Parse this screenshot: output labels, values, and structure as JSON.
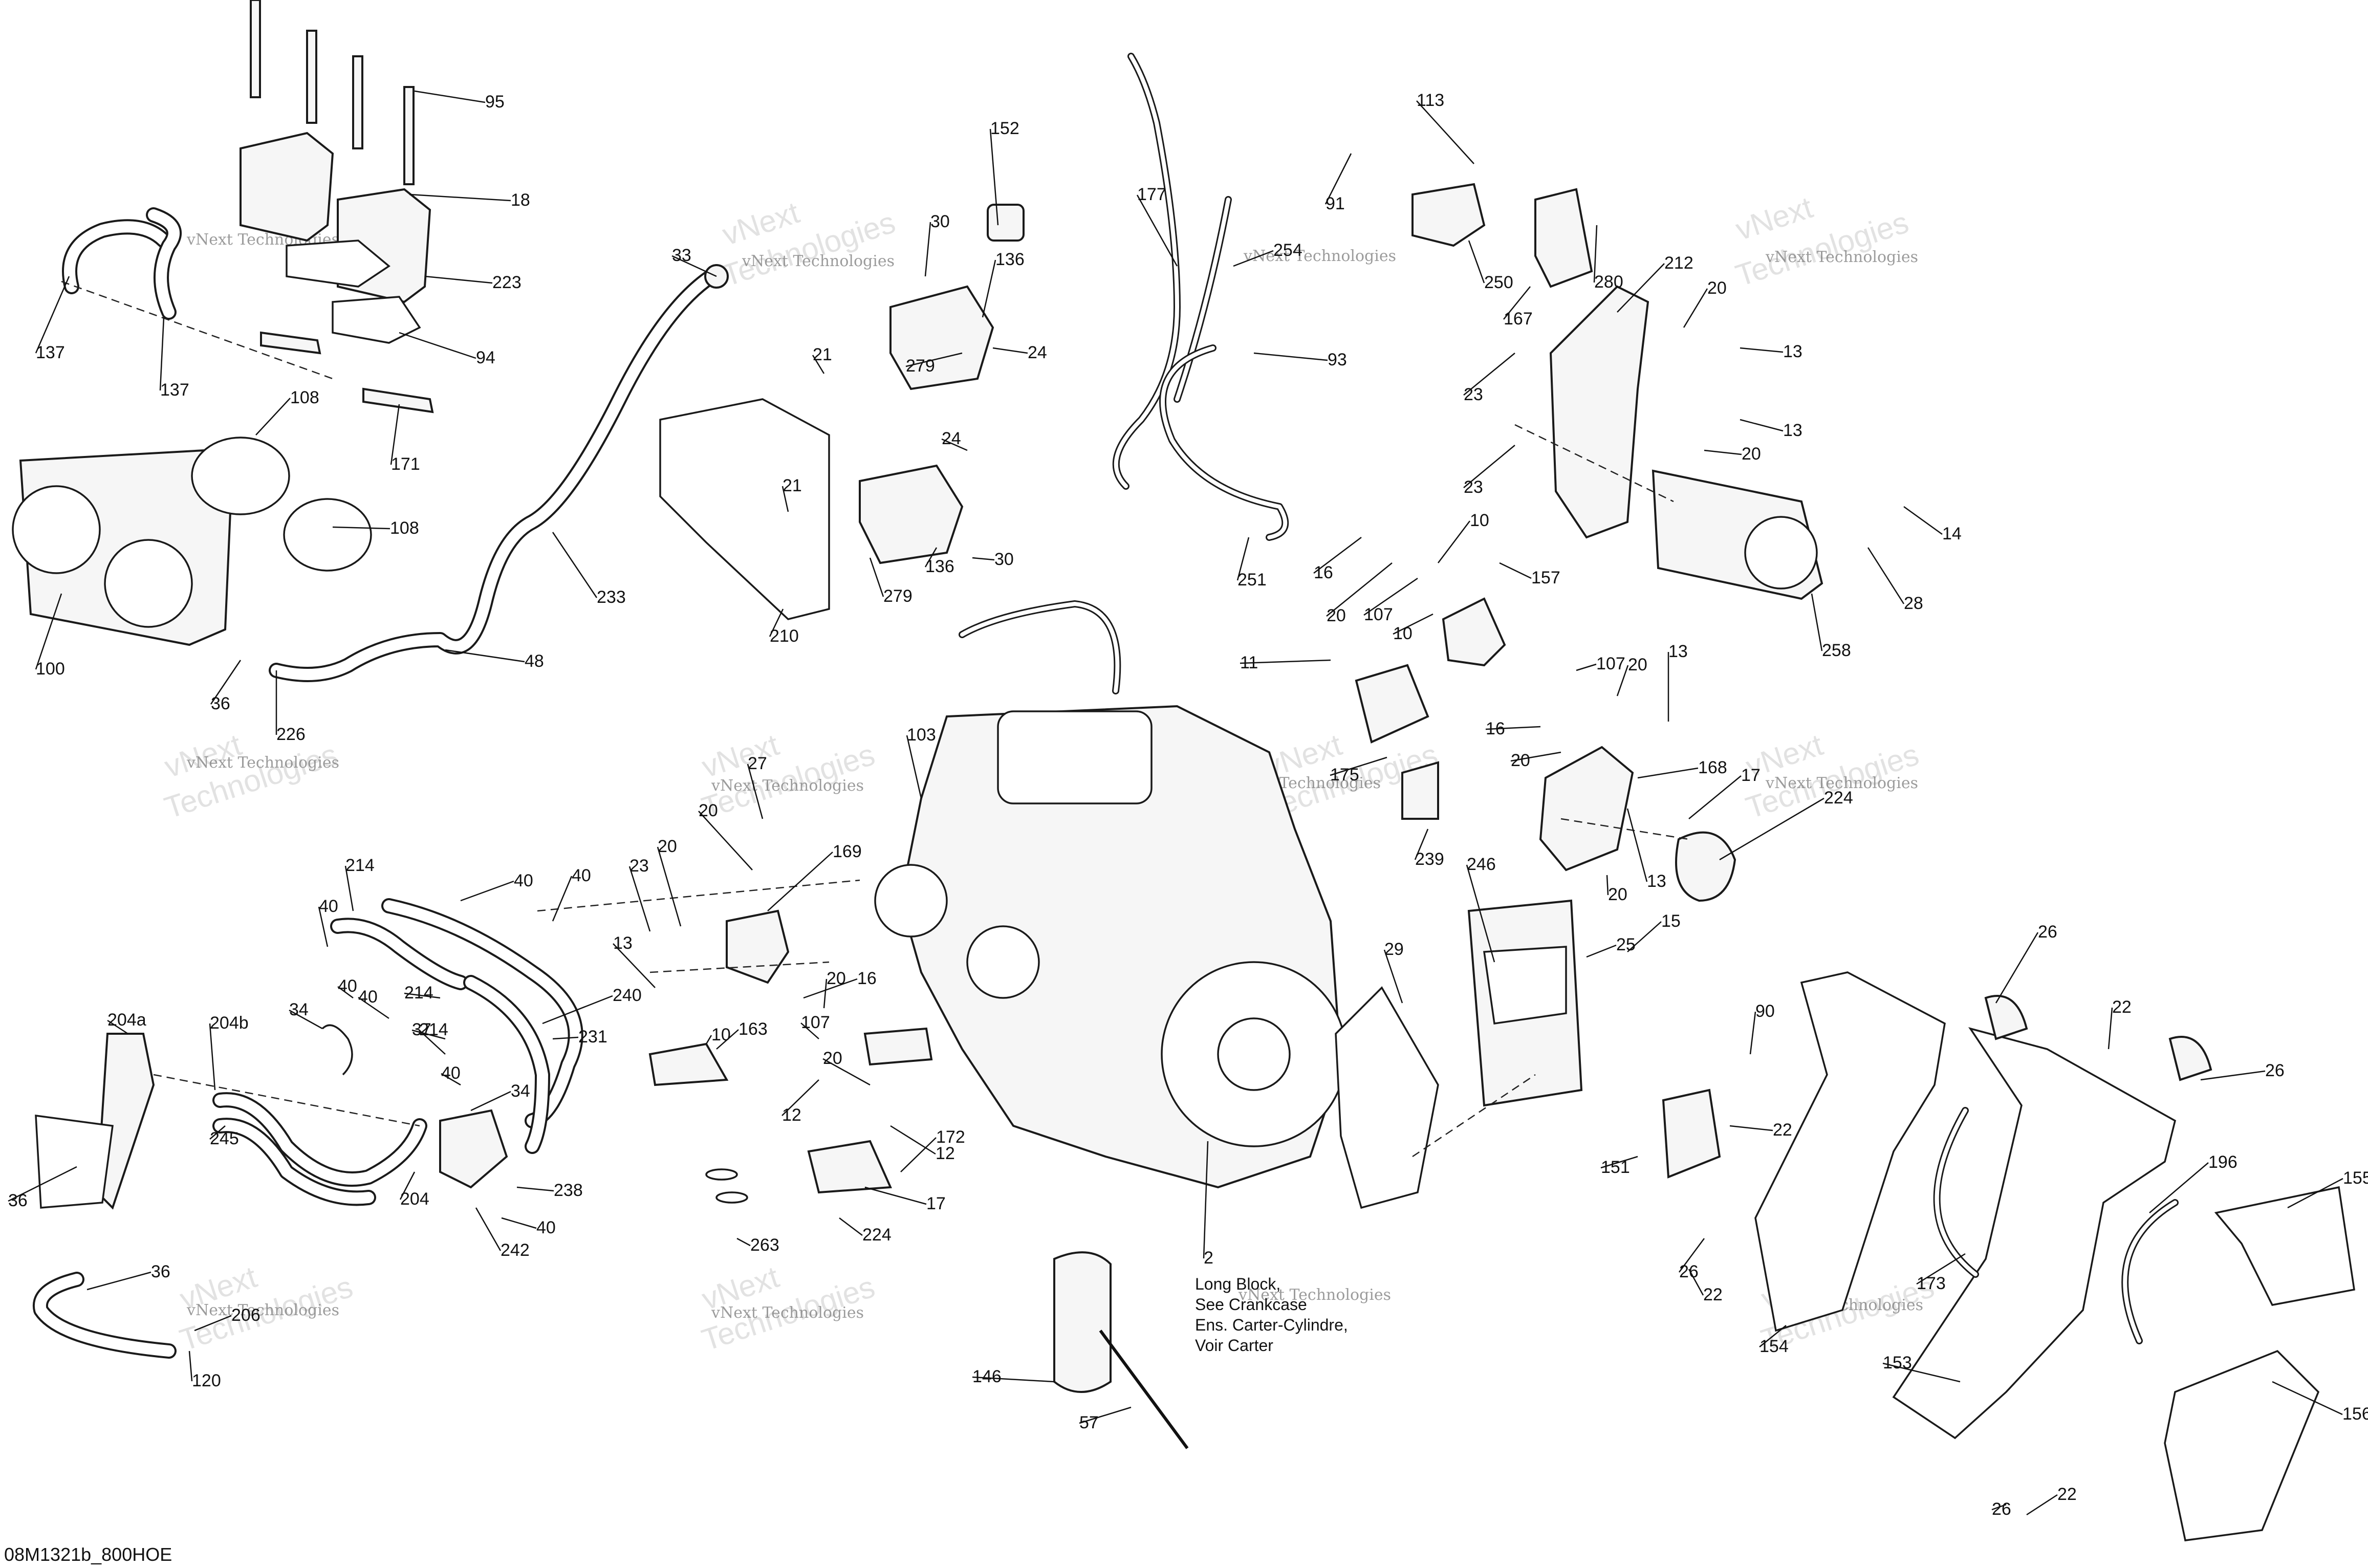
{
  "diagram": {
    "drawing_code": "08M1321b_800HOE",
    "watermark_text": "vNext Technologies",
    "watermark_big_line1": "vNext",
    "watermark_big_line2": "Technologies",
    "long_block_note": [
      "Long Block,",
      "See Crankcase",
      "Ens. Carter-Cylindre,",
      "Voir Carter"
    ],
    "callouts": [
      "95",
      "18",
      "223",
      "94",
      "171",
      "137",
      "137",
      "108",
      "108",
      "100",
      "36",
      "226",
      "48",
      "233",
      "33",
      "21",
      "21",
      "210",
      "30",
      "152",
      "136",
      "24",
      "279",
      "24",
      "30",
      "136",
      "279",
      "177",
      "254",
      "251",
      "93",
      "91",
      "113",
      "250",
      "280",
      "167",
      "212",
      "20",
      "13",
      "23",
      "13",
      "20",
      "23",
      "14",
      "28",
      "258",
      "16",
      "10",
      "157",
      "20",
      "107",
      "10",
      "11",
      "175",
      "239",
      "107",
      "20",
      "13",
      "16",
      "20",
      "168",
      "17",
      "224",
      "13",
      "20",
      "103",
      "27",
      "20",
      "169",
      "23",
      "20",
      "13",
      "16",
      "10",
      "163",
      "20",
      "107",
      "12",
      "20",
      "12",
      "172",
      "17",
      "224",
      "263",
      "2",
      "146",
      "57",
      "214",
      "40",
      "40",
      "40",
      "40",
      "214",
      "40",
      "37",
      "214",
      "40",
      "240",
      "231",
      "34",
      "34",
      "242",
      "40",
      "238",
      "204",
      "204a",
      "204b",
      "245",
      "36",
      "36",
      "206",
      "120",
      "246",
      "29",
      "25",
      "15",
      "90",
      "22",
      "151",
      "26",
      "22",
      "26",
      "22",
      "26",
      "196",
      "155",
      "154",
      "173",
      "153",
      "156",
      "22",
      "26"
    ]
  }
}
